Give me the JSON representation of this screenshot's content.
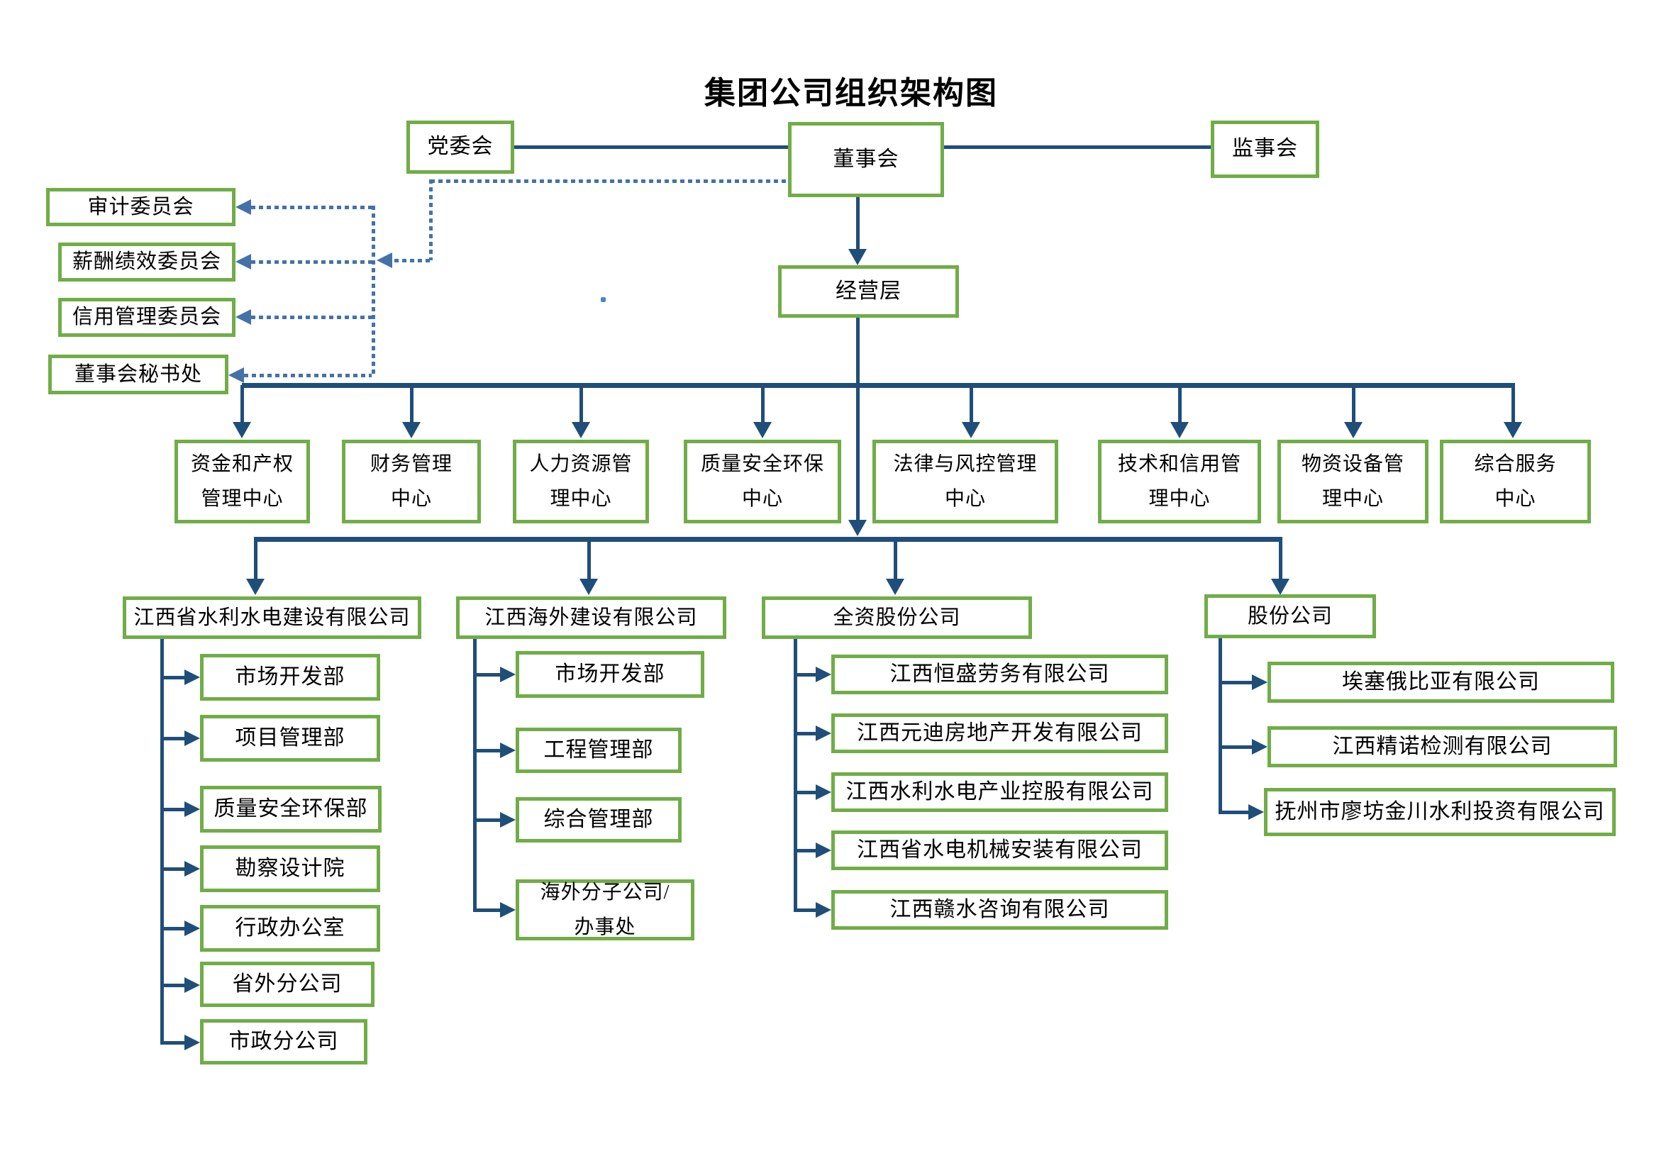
{
  "title": "集团公司组织架构图",
  "colors": {
    "box_border_green": "#70AD47",
    "solid_line_blue": "#1F4E79",
    "dotted_line_blue": "#4472A8",
    "text": "#000000"
  },
  "top_row": {
    "party_committee": "党委会",
    "board": "董事会",
    "supervisory_board": "监事会"
  },
  "management_label": "经营层",
  "committees": [
    "审计委员会",
    "薪酬绩效委员会",
    "信用管理委员会",
    "董事会秘书处"
  ],
  "centers": [
    "资金和产权\n管理中心",
    "财务管理\n中心",
    "人力资源管\n理中心",
    "质量安全环保\n中心",
    "法律与风控管理\n中心",
    "技术和信用管\n理中心",
    "物资设备管\n理中心",
    "综合服务\n中心"
  ],
  "groups": [
    {
      "header": "江西省水利水电建设有限公司",
      "children": [
        "市场开发部",
        "项目管理部",
        "质量安全环保部",
        "勘察设计院",
        "行政办公室",
        "省外分公司",
        "市政分公司"
      ]
    },
    {
      "header": "江西海外建设有限公司",
      "children": [
        "市场开发部",
        "工程管理部",
        "综合管理部",
        "海外分子公司/\n办事处"
      ]
    },
    {
      "header": "全资股份公司",
      "children": [
        "江西恒盛劳务有限公司",
        "江西元迪房地产开发有限公司",
        "江西水利水电产业控股有限公司",
        "江西省水电机械安装有限公司",
        "江西赣水咨询有限公司"
      ]
    },
    {
      "header": "股份公司",
      "children": [
        "埃塞俄比亚有限公司",
        "江西精诺检测有限公司",
        "抚州市廖坊金川水利投资有限公司"
      ]
    }
  ]
}
